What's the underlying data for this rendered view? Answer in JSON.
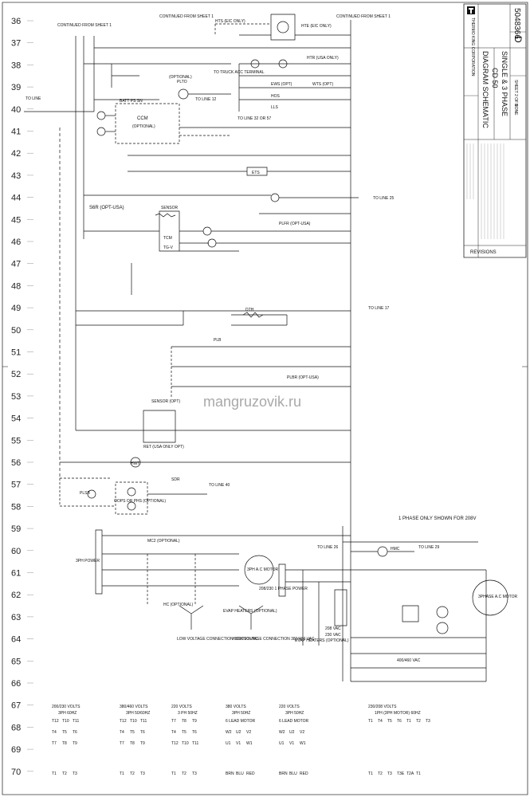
{
  "row_numbers": [
    "36",
    "37",
    "38",
    "39",
    "40",
    "41",
    "42",
    "43",
    "44",
    "45",
    "46",
    "47",
    "48",
    "49",
    "50",
    "51",
    "52",
    "53",
    "54",
    "55",
    "56",
    "57",
    "58",
    "59",
    "60",
    "61",
    "62",
    "63",
    "64",
    "65",
    "66",
    "67",
    "68",
    "69",
    "70"
  ],
  "header": {
    "continued_left": "CONTINUED FROM SHEET 1",
    "continued_top_left": "CONTINUED FROM SHEET 1",
    "continued_top_right": "CONTINUED FROM SHEET 1"
  },
  "title_block": {
    "company": "THERMO KING CORPORATION",
    "title_line1": "DIAGRAM SCHEMATIC",
    "title_line2": "CD 50",
    "title_line3": "SINGLE & 3 PHASE",
    "drawing_number": "5048366",
    "revision": "D",
    "sheet": "SHEET 2 OF 2",
    "scale": "NONE",
    "revisions_label": "REVISIONS"
  },
  "labels": {
    "to_line_40": "TO LINE",
    "hts": "HTS (EIC ONLY)",
    "hte": "HTE (EIC ONLY)",
    "htr": "HTR (USA ONLY)",
    "ccm": "CCM",
    "ccm_opt": "(OPTIONAL)",
    "batt": "BATT PS SN",
    "to_truck": "TO TRUCK ACC TERMINAL",
    "to_line_12": "TO LINE 12",
    "to_line_32_57": "TO LINE 32 OR 57",
    "plto": "PLTO",
    "pltu_opt": "(OPTIONAL)",
    "ews": "EWS (OPT)",
    "wts": "WTS (OPT)",
    "hos": "HOS",
    "lls": "LLS",
    "ets": "ETS",
    "s6r": "S6R (OPT-USA)",
    "sensor": "SENSOR",
    "tcm": "TCM",
    "tg": "TG-V",
    "to_line_25": "TO LINE 25",
    "plfr": "PLFR (OPT-USA)",
    "to_line_17": "TO LINE 17",
    "dth": "DTH",
    "plb": "PLB",
    "plbr": "PLBR (OPT-USA)",
    "ret": "RET (USA ONLY OPT)",
    "sensor_opt": "SENSOR (OPT)",
    "hwt": "HWT",
    "sdr": "SDR",
    "to_line_40b": "TO LINE 40",
    "plsb": "PLSB",
    "oops": "OOPS OR PHS (OPTIONAL)",
    "one_phase_only": "1 PHASE ONLY SHOWN FOR 208V",
    "three_ph_power": "3PH POWER",
    "motor_3ph": "3PH A.C MOTOR",
    "hc_opt": "HC (OPTIONAL)",
    "low_voltage": "LOW VOLTAGE CONNECTION 220/230 VAC",
    "evap_heaters": "EVAP HEATERS (OPTIONAL)",
    "high_voltage": "HIGH VOLTAGE CONNECTION 380/460 VAC",
    "one_phase_power": "208/230 1 PHASE POWER",
    "evap_heaters2": "EVAP HEATERS (OPTIONAL)",
    "motor_1ph": "3PHASE A.C MOTOR",
    "mc2_opt": "MC2 (OPTIONAL)",
    "hmc": "HMC",
    "to_line_26": "TO LINE 26",
    "to_line_29": "TO LINE 29",
    "v208": "208 VAC",
    "v230": "230 VAC",
    "v400_460": "400/460 VAC"
  },
  "wiring_tables": [
    {
      "title": "200/230 VOLTS",
      "sub": "3PH 60HZ",
      "top": [
        "T12",
        "T10",
        "T11"
      ],
      "mid": [
        "T4",
        "T5",
        "T6"
      ],
      "low": [
        "T7",
        "T8",
        "T9"
      ],
      "bot": [
        "T1",
        "T2",
        "T3"
      ]
    },
    {
      "title": "380/460 VOLTS",
      "sub": "3PH 50/60HZ",
      "top": [
        "T12",
        "T10",
        "T11"
      ],
      "mid": [
        "T4",
        "T5",
        "T6"
      ],
      "low": [
        "T7",
        "T8",
        "T9"
      ],
      "bot": [
        "T1",
        "T2",
        "T3"
      ]
    },
    {
      "title": "220 VOLTS",
      "sub": "3 PH 50HZ",
      "top": [
        "T7",
        "T8",
        "T9"
      ],
      "mid": [
        "T4",
        "T5",
        "T6"
      ],
      "low": [
        "T12",
        "T10",
        "T11"
      ],
      "bot": [
        "T1",
        "T2",
        "T3"
      ]
    },
    {
      "title": "380 VOLTS",
      "sub": "3PH 50HZ",
      "top": [
        "6 LEAD MOTOR"
      ],
      "mid": [
        "W2",
        "U2",
        "V2"
      ],
      "low": [
        "U1",
        "V1",
        "W1"
      ],
      "bot": [
        "BRN",
        "BLU",
        "RED"
      ]
    },
    {
      "title": "220 VOLTS",
      "sub": "3PH 50HZ",
      "top": [
        "6 LEAD MOTOR"
      ],
      "mid": [
        "W2",
        "U2",
        "V2"
      ],
      "low": [
        "U1",
        "V1",
        "W1"
      ],
      "bot": [
        "BRN",
        "BLU",
        "RED"
      ]
    },
    {
      "title": "230/208 VOLTS",
      "sub": "1PH (3PH MOTOR) 60HZ",
      "top": [
        "T1",
        "T4",
        "T5",
        "T6",
        "T1",
        "T2",
        "T3"
      ],
      "mid": [],
      "low": [],
      "bot": [
        "T1",
        "T2",
        "T3",
        "T3E",
        "T2A",
        "T1"
      ]
    }
  ],
  "watermark": "mangruzovik.ru"
}
